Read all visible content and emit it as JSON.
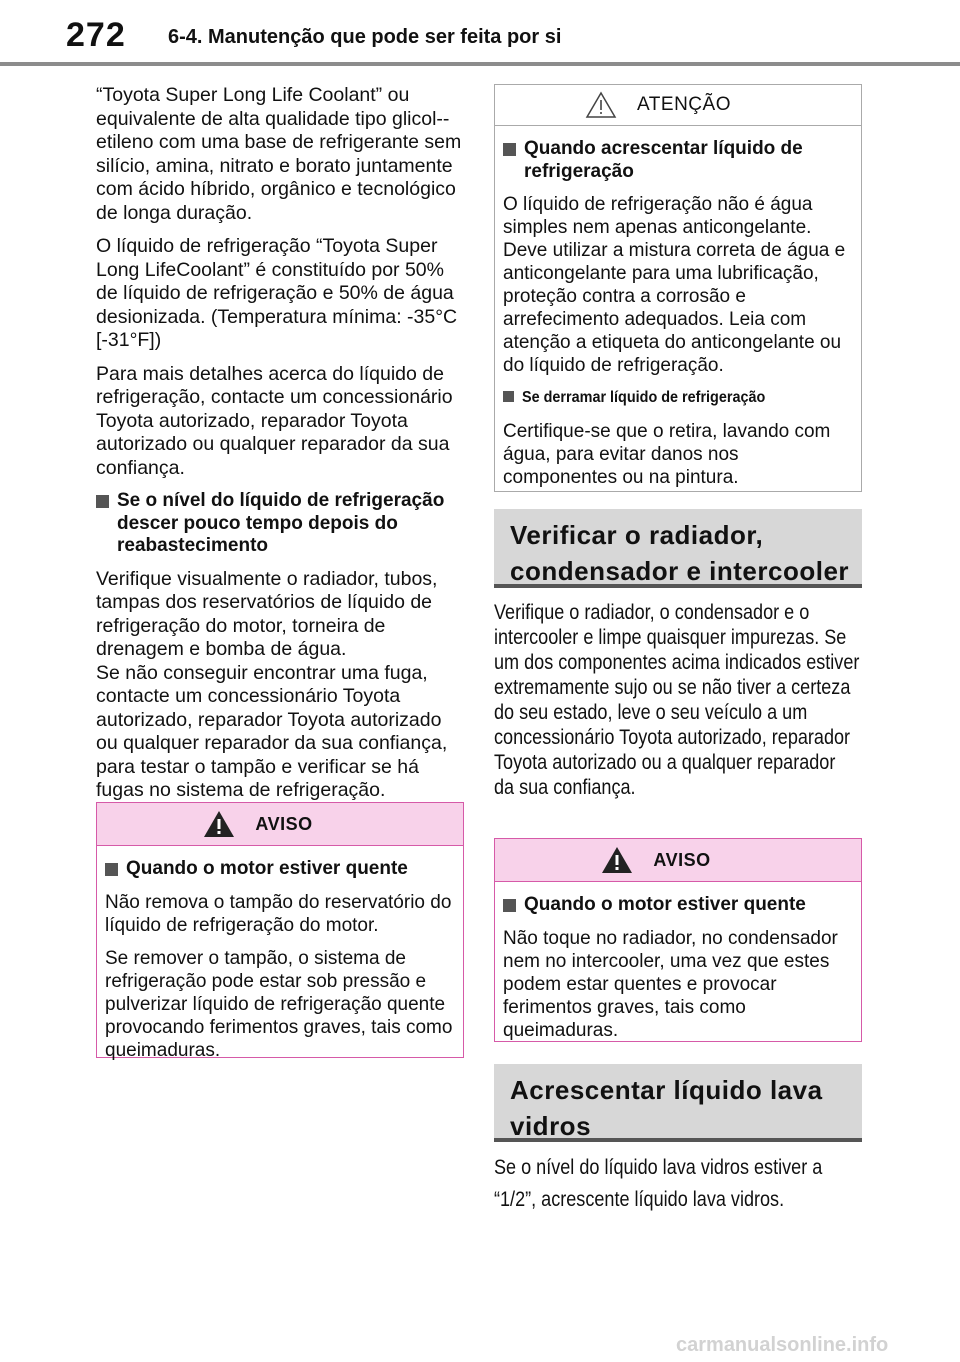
{
  "header": {
    "page_number": "272",
    "section_title": "6-4. Manutenção que pode ser feita por si"
  },
  "left": {
    "p1": "“Toyota Super Long Life Coolant” ou equivalente de alta qualidade tipo glicol--etileno com uma base de refrigerante sem silício, amina, nitrato e borato juntamente com ácido híbrido, orgânico e tecnológico de longa duração.",
    "p2": "O líquido de refrigeração “Toyota Super Long LifeCoolant” é constituído por 50% de líquido de refrigeração e 50% de água desionizada. (Temperatura mínima: -35°C [-31°F])",
    "p3": "Para mais detalhes acerca do líquido de refrigeração, contacte um concessionário Toyota autorizado, reparador Toyota autorizado ou qualquer reparador da sua confiança.",
    "heading": "Se o nível do líquido de refrigeração descer pouco tempo depois do reabastecimento",
    "p4a": "Verifique visualmente o radiador, tubos, tampas dos reservatórios de líquido de refrigeração do motor, torneira de drenagem e bomba de água.",
    "p4b": "Se não conseguir encontrar uma fuga, contacte um concessionário Toyota autorizado, reparador Toyota autorizado ou qualquer reparador da sua confiança, para testar o tampão e verificar se há fugas no sistema de refrigeração.",
    "aviso": {
      "title": "AVISO",
      "heading": "Quando o motor estiver quente",
      "p1": "Não remova o tampão do reservatório do líquido de refrigeração do motor.",
      "p2": "Se remover o tampão, o sistema de refrigeração pode estar sob pressão e pulverizar líquido de refrigeração quente provocando ferimentos graves, tais como queimaduras."
    }
  },
  "right": {
    "atencao": {
      "title": "ATENÇÃO",
      "heading1": "Quando acrescentar líquido de refrigeração",
      "p1": "O líquido de refrigeração não é água simples nem apenas anticongelante. Deve utilizar a mistura correta de água e anticongelante para uma lubrificação, proteção contra a corrosão e arrefecimento adequados. Leia com atenção a etiqueta do anticongelante ou do líquido de refrigeração.",
      "heading2": "Se derramar líquido de refrigeração",
      "p2": "Certifique-se que o retira, lavando com água, para evitar danos nos componentes ou na pintura."
    },
    "band1": "Verificar o radiador, condensador e intercooler",
    "p_radiador": "Verifique o radiador, o condensador e o intercooler e limpe quaisquer impurezas. Se um dos componentes acima indicados estiver extremamente sujo ou se não tiver a certeza do seu estado, leve o seu veículo a um concessionário Toyota autorizado, reparador Toyota autorizado ou a qualquer reparador da sua confiança.",
    "aviso2": {
      "title": "AVISO",
      "heading": "Quando o motor estiver quente",
      "p1": "Não toque no radiador, no condensador nem no intercooler, uma vez que estes podem estar quentes e provocar ferimentos graves, tais como queimaduras."
    },
    "band2": "Acrescentar líquido lava vidros",
    "p_lava": "Se o nível do líquido lava vidros estiver a “1/2”, acrescente líquido lava vidros."
  },
  "watermark": "carmanualsonline.info",
  "colors": {
    "warn_bg": "#f8d2ea",
    "warn_border": "#d65aa8",
    "band_bg": "#d7d7d7"
  },
  "icons": {
    "warning": "warning-triangle-icon",
    "caution": "caution-triangle-outline-icon",
    "bullet": "square-bullet-icon"
  }
}
